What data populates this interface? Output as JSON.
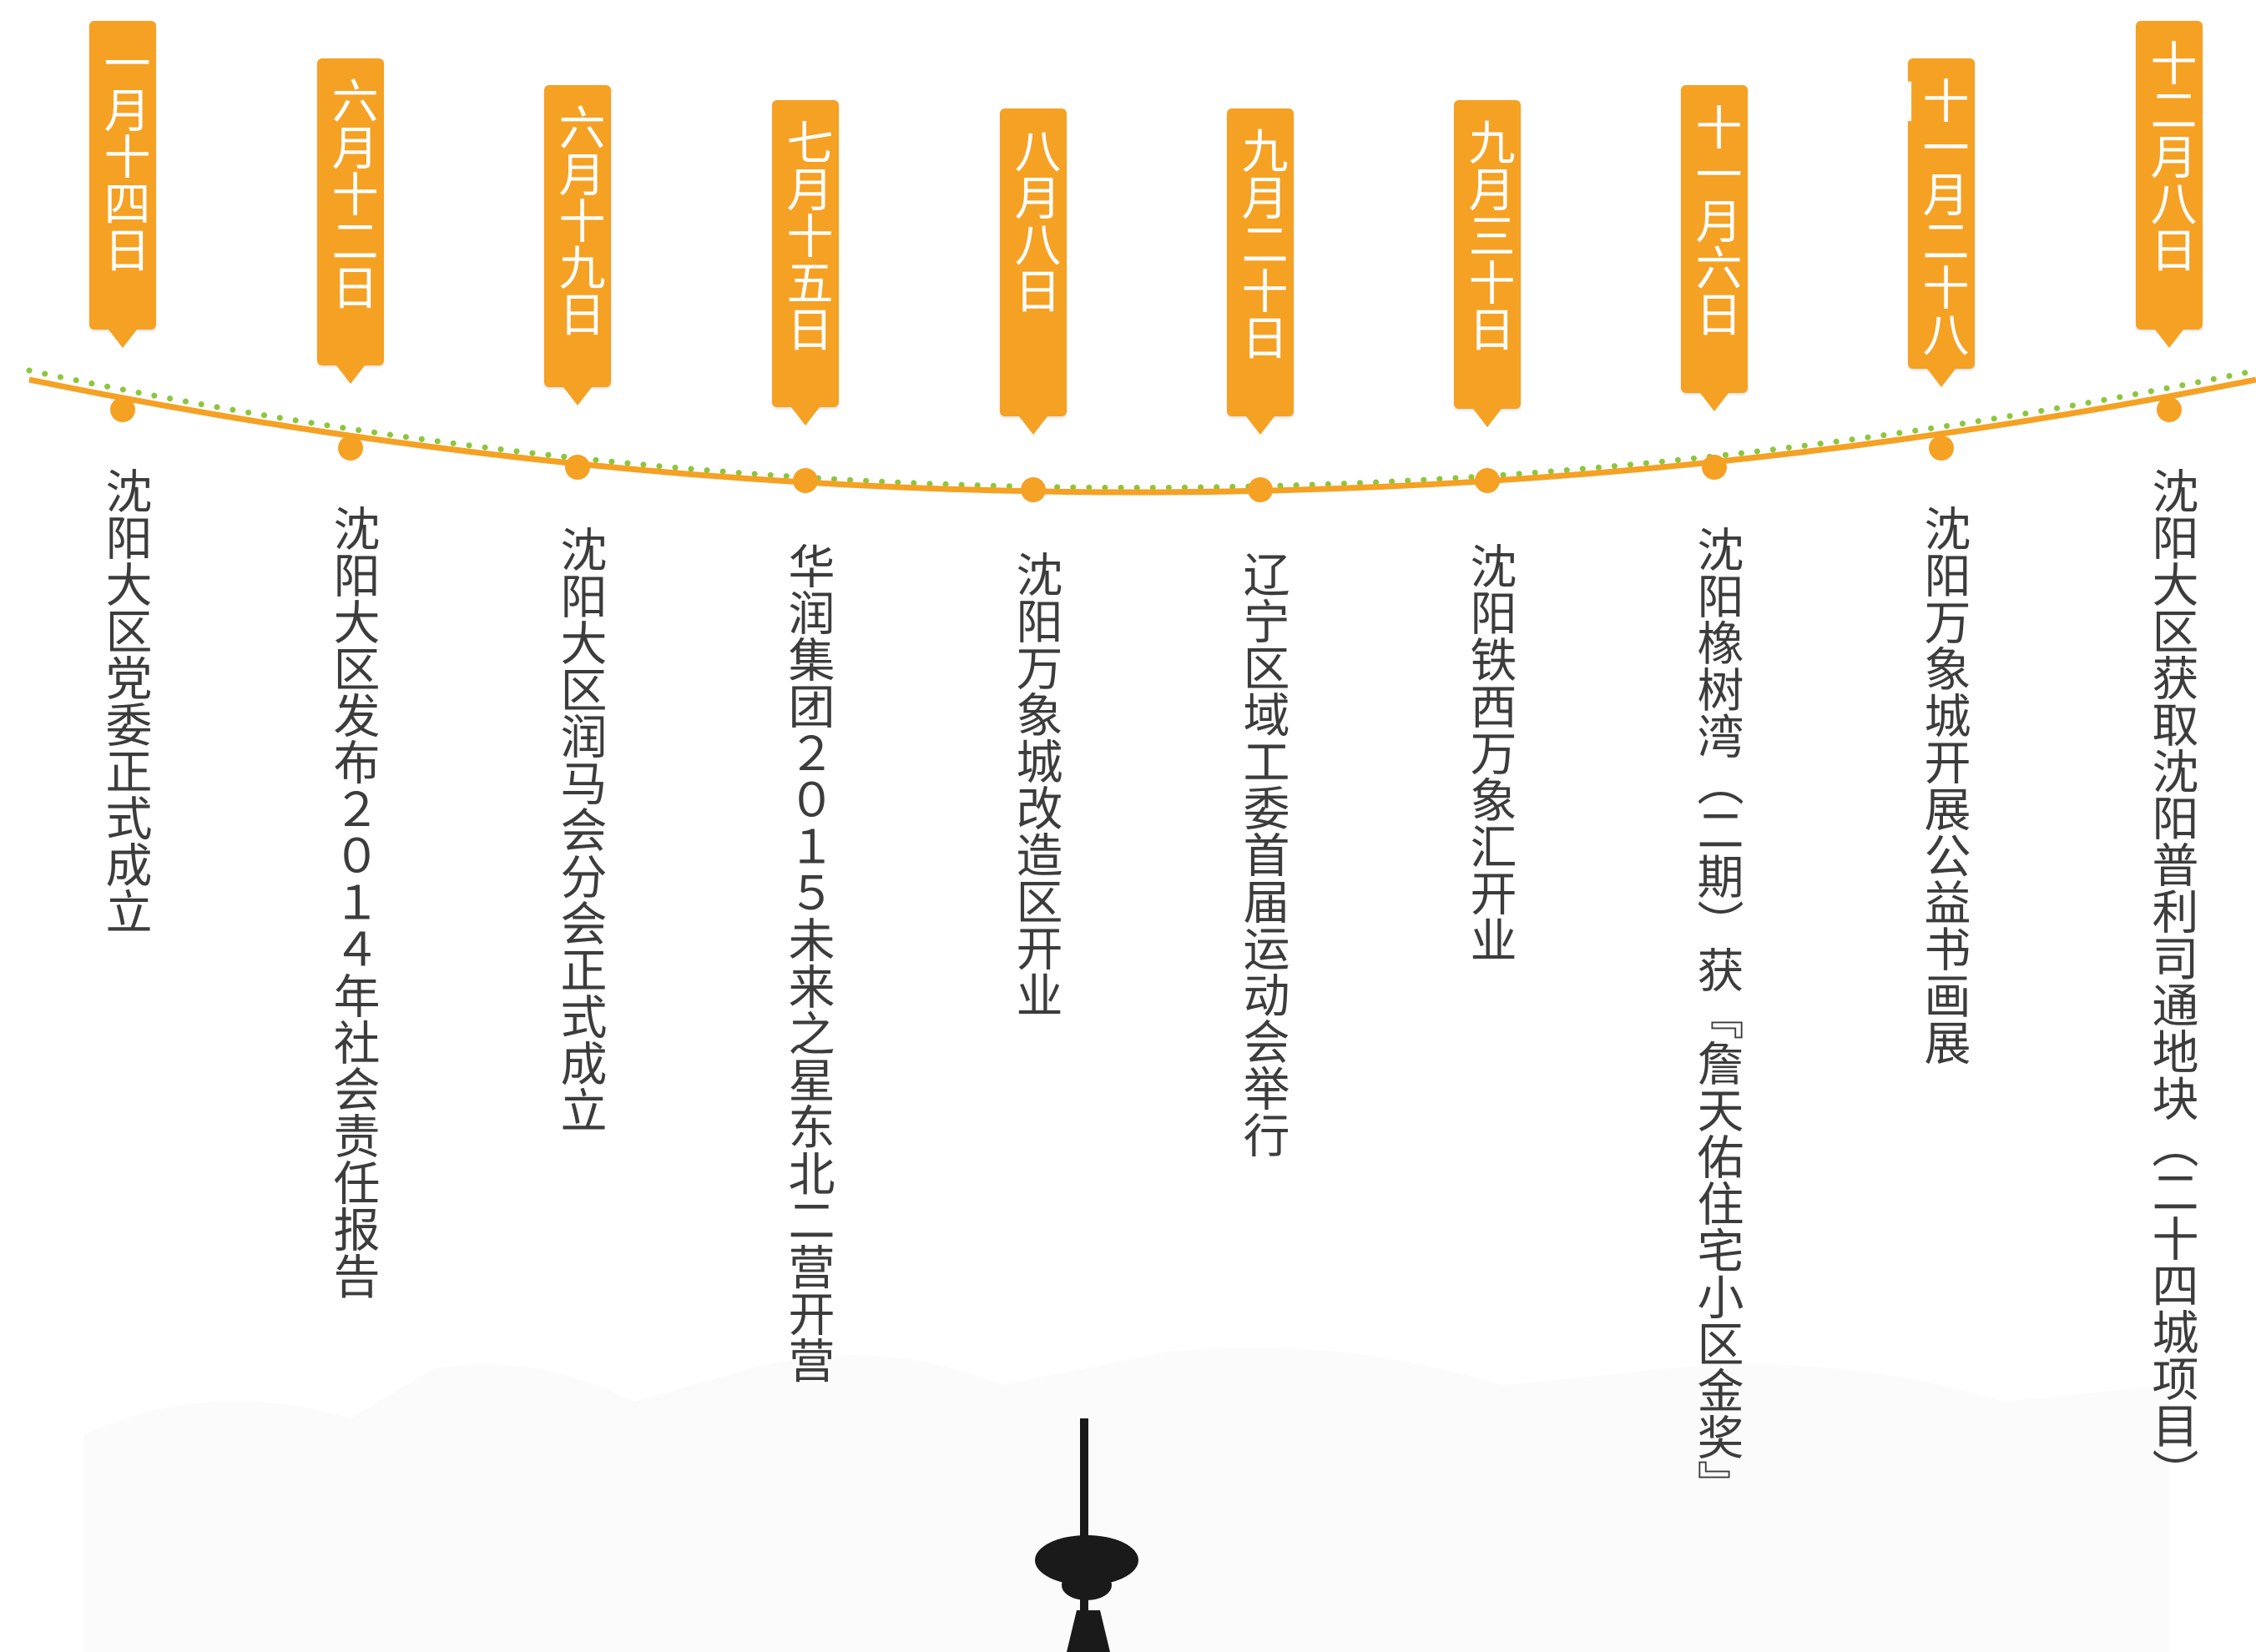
{
  "timeline": {
    "colors": {
      "tag": "#f5a124",
      "line": "#f5a124",
      "dots": "#8cc63f",
      "event_text": "#3c3c3c",
      "tower": "#1a1a1a"
    },
    "events": [
      {
        "date": "一月十四日",
        "text": "沈阳大区党委正式成立"
      },
      {
        "date": "六月十二日",
        "text": "沈阳大区发布２０１４年社会责任报告"
      },
      {
        "date": "六月十九日",
        "text": "沈阳大区润马会分会正式成立"
      },
      {
        "date": "七月十五日",
        "text": "华润集团２０１５未来之星东北二营开营"
      },
      {
        "date": "八月八日",
        "text": "沈阳万象城改造区开业"
      },
      {
        "date": "九月二十日",
        "text": "辽宁区域工委首届运动会举行"
      },
      {
        "date": "九月三十日",
        "text": "沈阳铁西万象汇开业"
      },
      {
        "date": "十一月六日",
        "text": "沈阳橡树湾（二期）获『詹天佑住宅小区金奖』"
      },
      {
        "date": "十一月二十八日",
        "text": "沈阳万象城开展公益书画展"
      },
      {
        "date": "十二月八日",
        "text": "沈阳大区获取沈阳普利司通地块（二十四城项目）"
      }
    ]
  }
}
